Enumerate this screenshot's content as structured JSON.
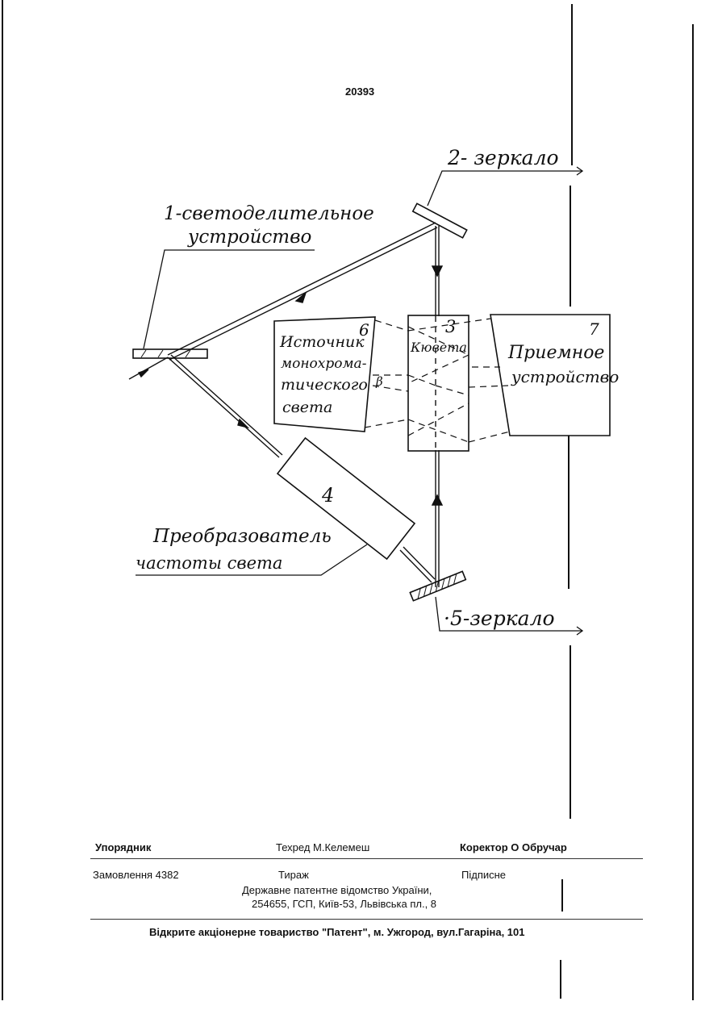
{
  "page_number": "20393",
  "labels": {
    "beam_splitter": [
      "1-светоделительное",
      "устройство"
    ],
    "mirror_2": "2- зеркало",
    "cuvette_number": "3",
    "cuvette": "Кювета",
    "converter_number": "4",
    "mirror_5": "·5-зеркало",
    "source_number": "6",
    "source": [
      "Источник",
      "монохрома-",
      "тического",
      "света"
    ],
    "receiver_number": "7",
    "receiver": [
      "Приемное",
      "устройство"
    ],
    "converter": [
      "Преобразователь",
      "частоты света"
    ],
    "beta_mark": "β"
  },
  "footer": {
    "compiler": "Упорядник",
    "techred": "Техред М.Келемеш",
    "corrector": "Коректор О Обручар",
    "order": "Замовлення 4382",
    "circulation": "Тираж",
    "signed": "Підписне",
    "office_line1": "Державне патентне відомство України,",
    "office_line2": "254655, ГСП, Київ-53, Львівська пл., 8",
    "printer": "Відкрите акціонерне товариство \"Патент\", м. Ужгород, вул.Гагаріна, 101"
  }
}
